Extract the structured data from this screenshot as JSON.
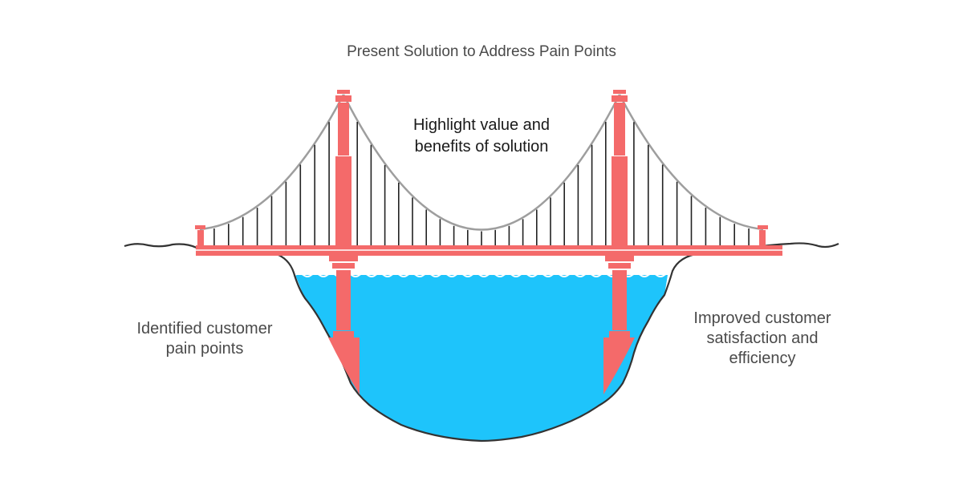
{
  "title": "Present Solution to Address Pain Points",
  "middle_label": {
    "line1": "Highlight value and",
    "line2": "benefits of solution"
  },
  "left_label": {
    "line1": "Identified customer",
    "line2": "pain points"
  },
  "right_label": {
    "line1": "Improved customer",
    "line2": "satisfaction and",
    "line3": "efficiency"
  },
  "colors": {
    "tower": "#f46a6a",
    "water": "#1ec4fb",
    "outline": "#333333",
    "cable": "#9e9e9e",
    "hanger": "#222222"
  }
}
